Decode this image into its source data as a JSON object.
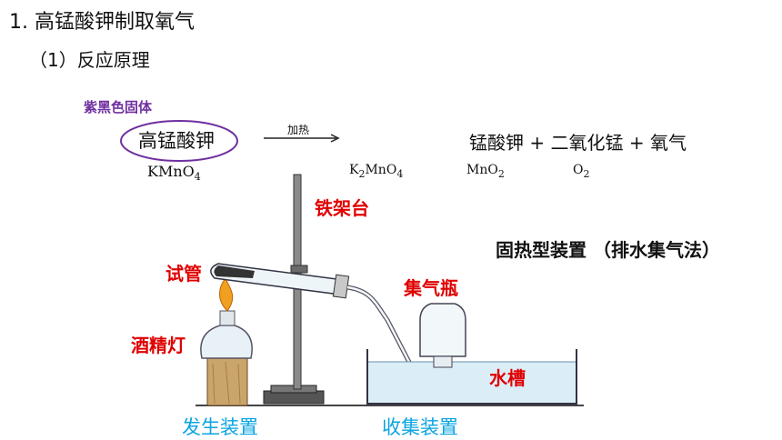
{
  "title": "1. 高锰酸钾制取氧气",
  "section": "（1）反应原理",
  "color_note": "紫黑色固体",
  "reactant": "高锰酸钾",
  "condition": "加热",
  "products": "锰酸钾 + 二氧化锰 + 氧气",
  "formulas": {
    "kmno4": {
      "main": "KMnO",
      "sub": "4"
    },
    "k2mno4": {
      "p1": "K",
      "s1": "2",
      "p2": "MnO",
      "s2": "4"
    },
    "mno2": {
      "main": "MnO",
      "sub": "2"
    },
    "o2": {
      "main": "O",
      "sub": "2"
    }
  },
  "labels": {
    "stand": "铁架台",
    "tube": "试管",
    "bottle": "集气瓶",
    "lamp": "酒精灯",
    "trough": "水槽",
    "device_type": "固热型装置 （排水集气法）",
    "generator": "发生装置",
    "collector": "收集装置"
  },
  "colors": {
    "purple": "#7030a0",
    "red": "#e00000",
    "blue": "#0aa4e0"
  }
}
